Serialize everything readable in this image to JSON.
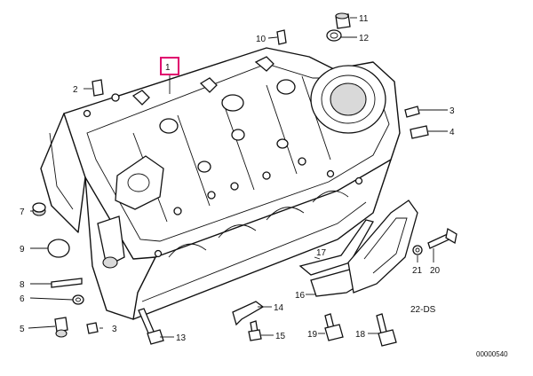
{
  "callouts": [
    {
      "label": "1"
    },
    {
      "label": "2"
    },
    {
      "label": "3"
    },
    {
      "label": "4"
    },
    {
      "label": "5"
    },
    {
      "label": "6"
    },
    {
      "label": "7"
    },
    {
      "label": "8"
    },
    {
      "label": "9"
    },
    {
      "label": "10"
    },
    {
      "label": "11"
    },
    {
      "label": "12"
    },
    {
      "label": "13"
    },
    {
      "label": "14"
    },
    {
      "label": "15"
    },
    {
      "label": "16"
    },
    {
      "label": "17"
    },
    {
      "label": "18"
    },
    {
      "label": "19"
    },
    {
      "label": "20"
    },
    {
      "label": "21"
    },
    {
      "label": "22-DS"
    },
    {
      "label": "3"
    }
  ],
  "highlight_color": "#e0006d",
  "diagram_id": "00000540"
}
